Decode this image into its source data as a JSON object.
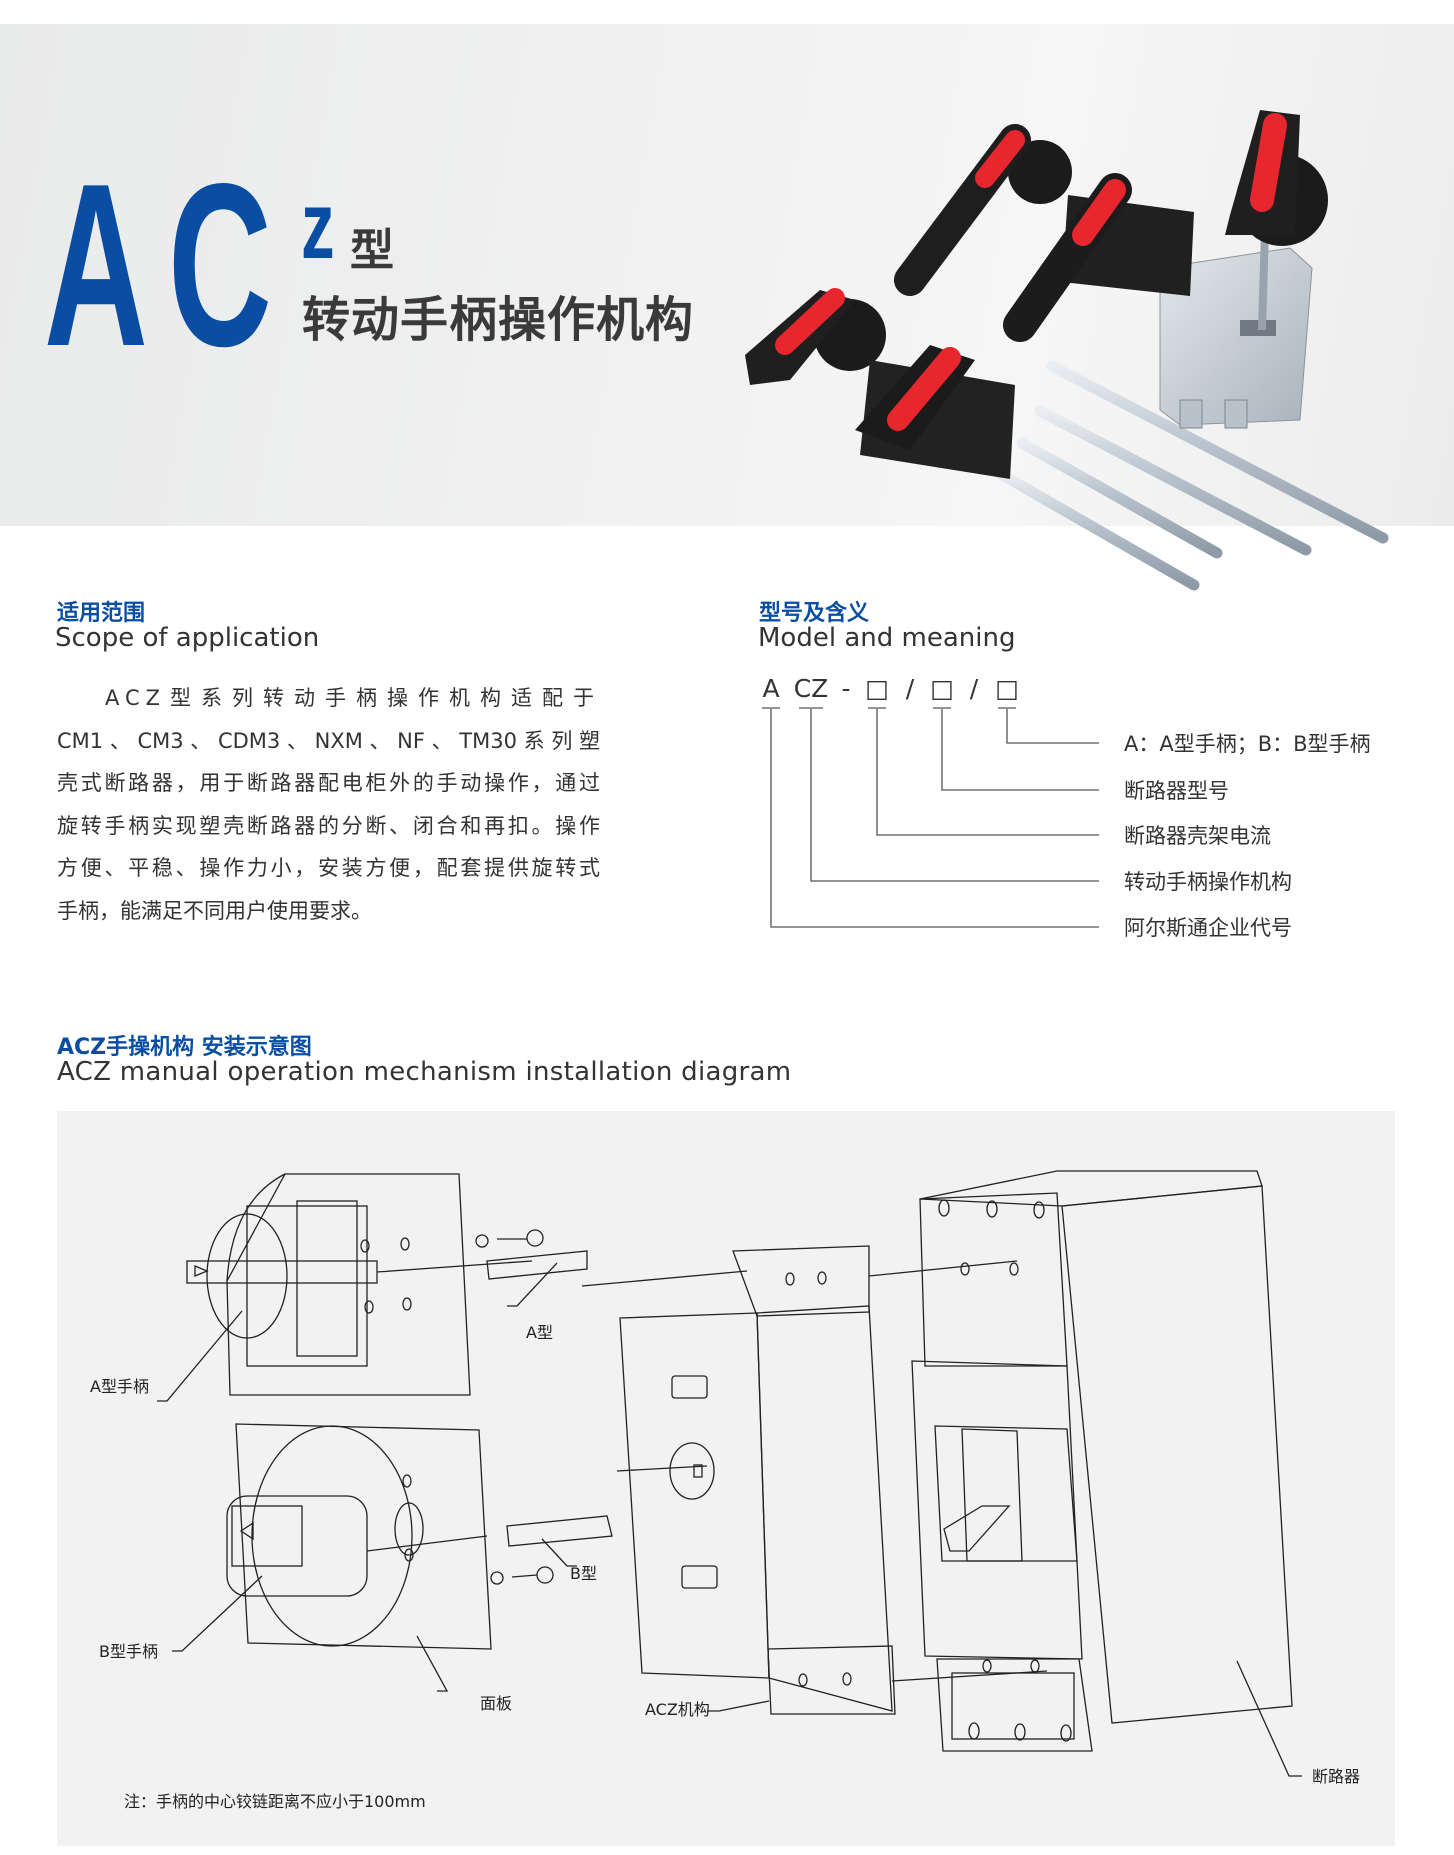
{
  "header": {
    "logo_letters": [
      "A",
      "C"
    ],
    "logo_superscript": "z",
    "logo_type": "型",
    "title": "转动手柄操作机构"
  },
  "product_photo": {
    "items": [
      "rotary-handle-long-round-base",
      "rotary-handle-long-square-base",
      "rotary-handle-with-bracket",
      "rotary-handle-short-round-base",
      "rotary-handle-short-square-base",
      "extension-shaft",
      "extension-shaft",
      "extension-shaft",
      "extension-shaft"
    ],
    "handle_color": "#e8262e",
    "body_color": "#1c1c1c"
  },
  "scope": {
    "title_cn": "适用范围",
    "title_en": "Scope of application",
    "lines": [
      "ACZ型系列转动手柄操作机构适配于",
      "CM1、CM3、CDM3、NXM、NF、TM30系列塑",
      "壳式断路器，用于断路器配电柜外的手动操作，通过",
      "旋转手柄实现塑壳断路器的分断、闭合和再扣。操作",
      "方便、平稳、操作力小，安装方便，配套提供旋转式",
      "手柄，能满足不同用户使用要求。"
    ]
  },
  "model": {
    "title_cn": "型号及含义",
    "title_en": "Model and meaning",
    "code_parts": [
      "A",
      "CZ",
      "-",
      "□",
      "/",
      "□",
      "/",
      "□"
    ],
    "meanings": [
      "A：A型手柄；B：B型手柄",
      "断路器型号",
      "断路器壳架电流",
      "转动手柄操作机构",
      "阿尔斯通企业代号"
    ]
  },
  "installation": {
    "title_cn": "ACZ手操机构 安装示意图",
    "title_en": "ACZ manual operation mechanism installation diagram",
    "labels": {
      "a_handle": "A型手柄",
      "a_type": "A型",
      "b_type": "B型",
      "b_handle": "B型手柄",
      "panel": "面板",
      "acz_mechanism": "ACZ机构",
      "breaker": "断路器"
    },
    "note": "注：手柄的中心铰链距离不应小于100mm"
  },
  "colors": {
    "brand_blue": "#0a4ea3",
    "text": "#333333",
    "diagram_bg": "#f2f2f2"
  }
}
